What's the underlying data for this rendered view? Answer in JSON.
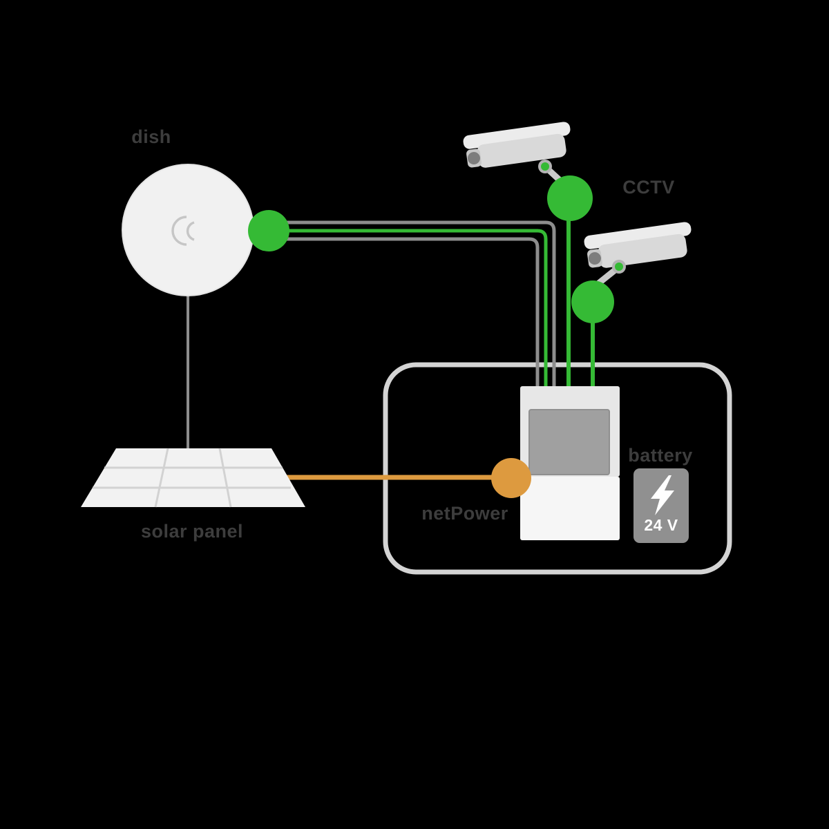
{
  "labels": {
    "dish": "dish",
    "cctv": "CCTV",
    "battery": "battery",
    "battery_voltage": "24 V",
    "router": "netPower",
    "solar_panel": "solar panel"
  },
  "colors": {
    "background": "#000000",
    "accent_green": "#35ba35",
    "accent_orange": "#dd9a3f",
    "cable_gray": "#8d8d8d",
    "device_light": "#f1f1f1",
    "device_mid": "#d9d9d9",
    "screen_gray": "#a0a0a0",
    "battery_gray": "#909090",
    "enclosure_stroke": "#d4d4d4",
    "label_text": "#3d3d3d",
    "voltage_text": "#ffffff"
  },
  "icons": {
    "dish": "wireless-dish-icon",
    "camera": "cctv-camera-icon",
    "solar_panel": "solar-panel-icon",
    "router": "poe-router-icon",
    "battery": "battery-icon",
    "bolt": "lightning-bolt-icon",
    "green_port": "ethernet-connector-dot",
    "orange_port": "power-connector-dot"
  }
}
